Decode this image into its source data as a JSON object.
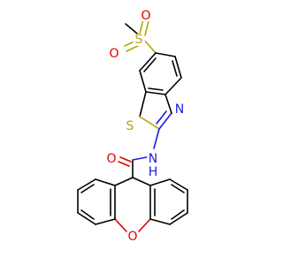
{
  "molecule": {
    "atom_labels": {
      "sulfonyl_o_top": "O",
      "sulfonyl_s": "S",
      "sulfonyl_o_left": "O",
      "thiazole_s": "S",
      "thiazole_n": "N",
      "amide_nh": "N",
      "amide_h": "H",
      "amide_o": "O",
      "xanthene_o": "O"
    },
    "colors": {
      "carbon_bond": "#000000",
      "oxygen": "#e00000",
      "sulfur": "#b5a800",
      "nitrogen": "#1a1ae6"
    }
  }
}
